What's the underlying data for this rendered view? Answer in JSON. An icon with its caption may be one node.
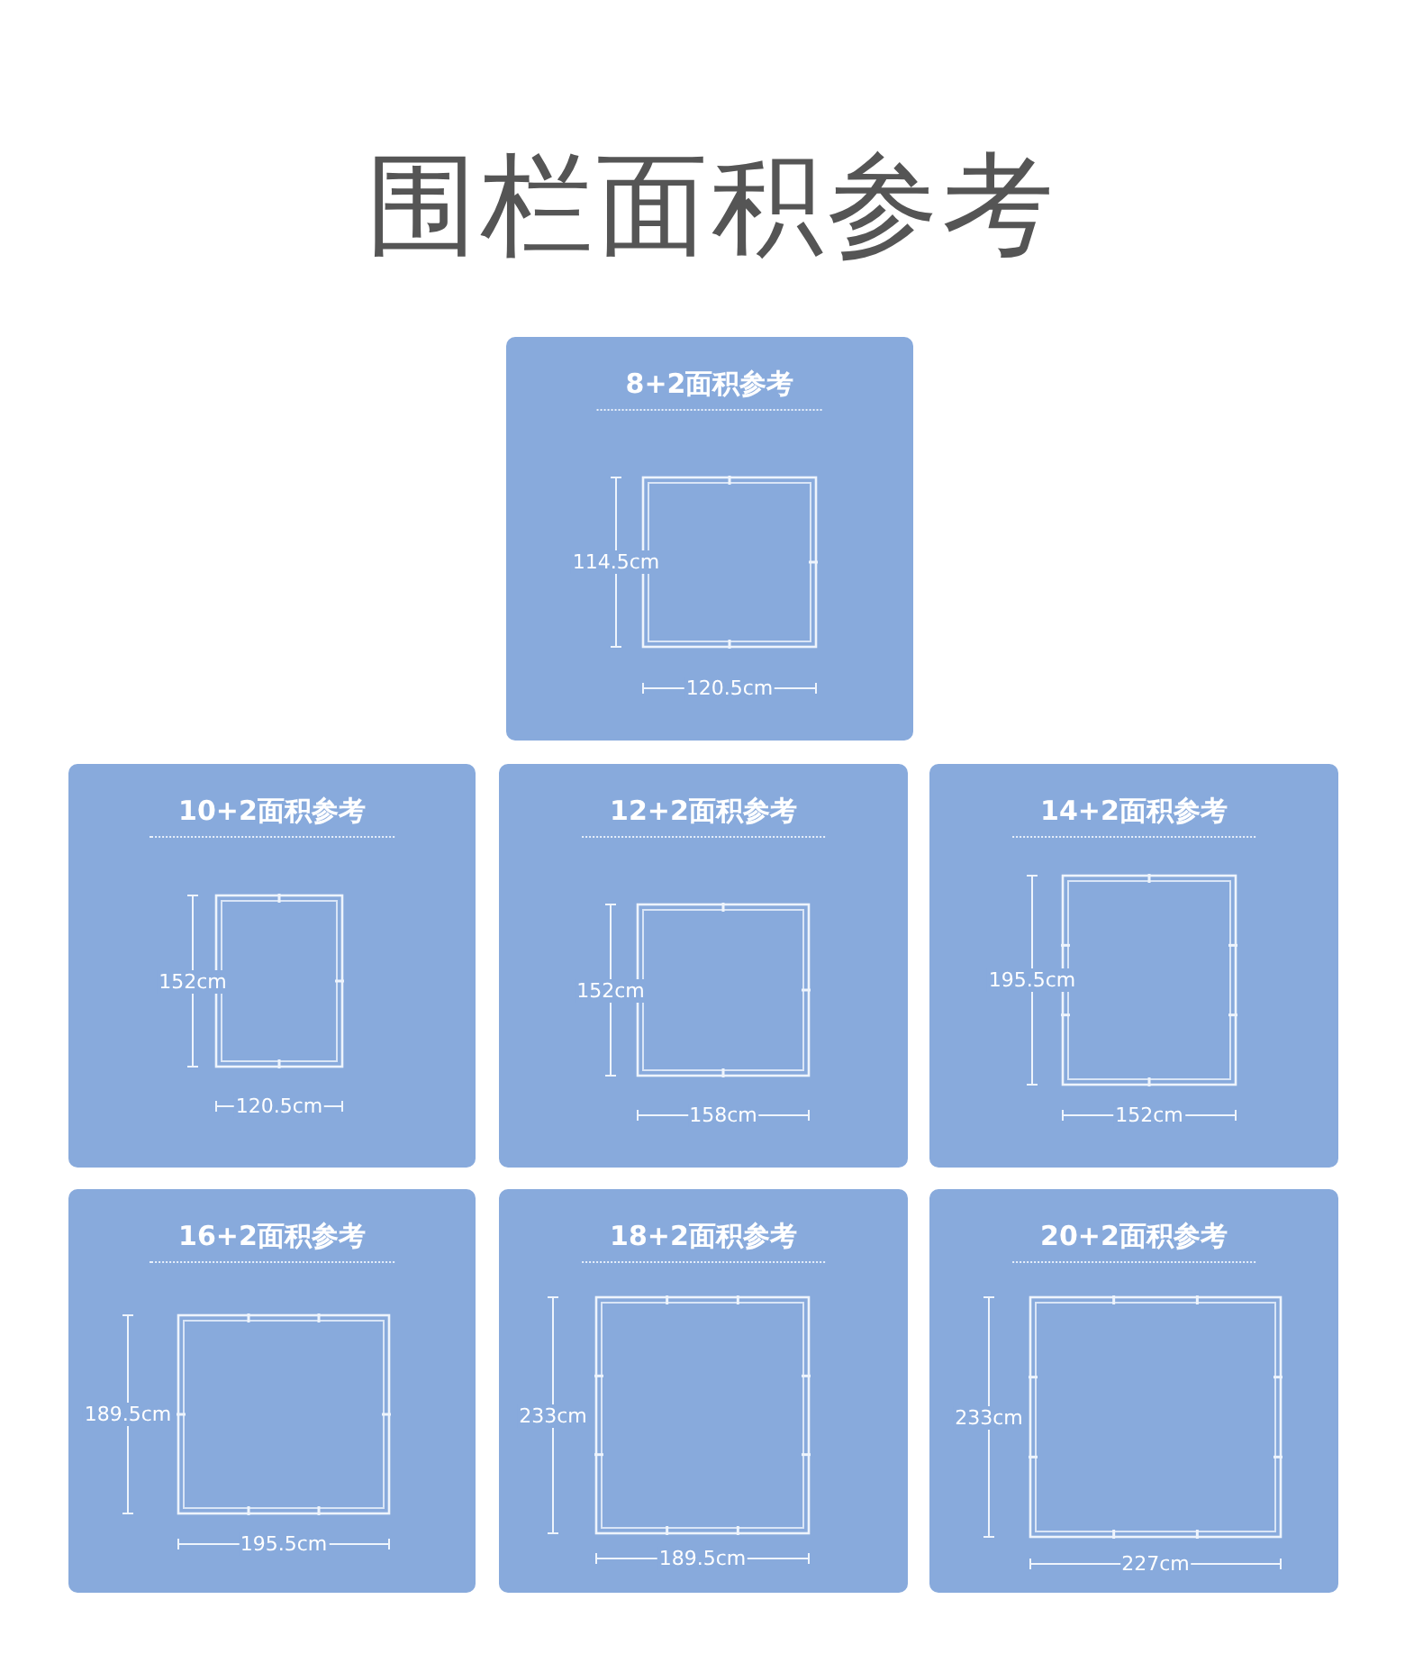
{
  "diagram": {
    "title": "围栏面积参考",
    "nodes": [
      {
        "text": [
          "8+2面积参考",
          "114.5cm",
          "120.5cm"
        ]
      },
      {
        "text": [
          "10+2面积参考",
          "152cm",
          "120.5cm"
        ]
      },
      {
        "text": [
          "12+2面积参考",
          "152cm",
          "158cm"
        ]
      },
      {
        "text": [
          "14+2面积参考",
          "195.5cm",
          "152cm"
        ]
      },
      {
        "text": [
          "16+2面积参考",
          "189.5cm",
          "195.5cm"
        ]
      },
      {
        "text": [
          "18+2面积参考",
          "233cm",
          "189.5cm"
        ]
      },
      {
        "text": [
          "20+2面积参考",
          "233cm",
          "227cm"
        ]
      }
    ]
  }
}
